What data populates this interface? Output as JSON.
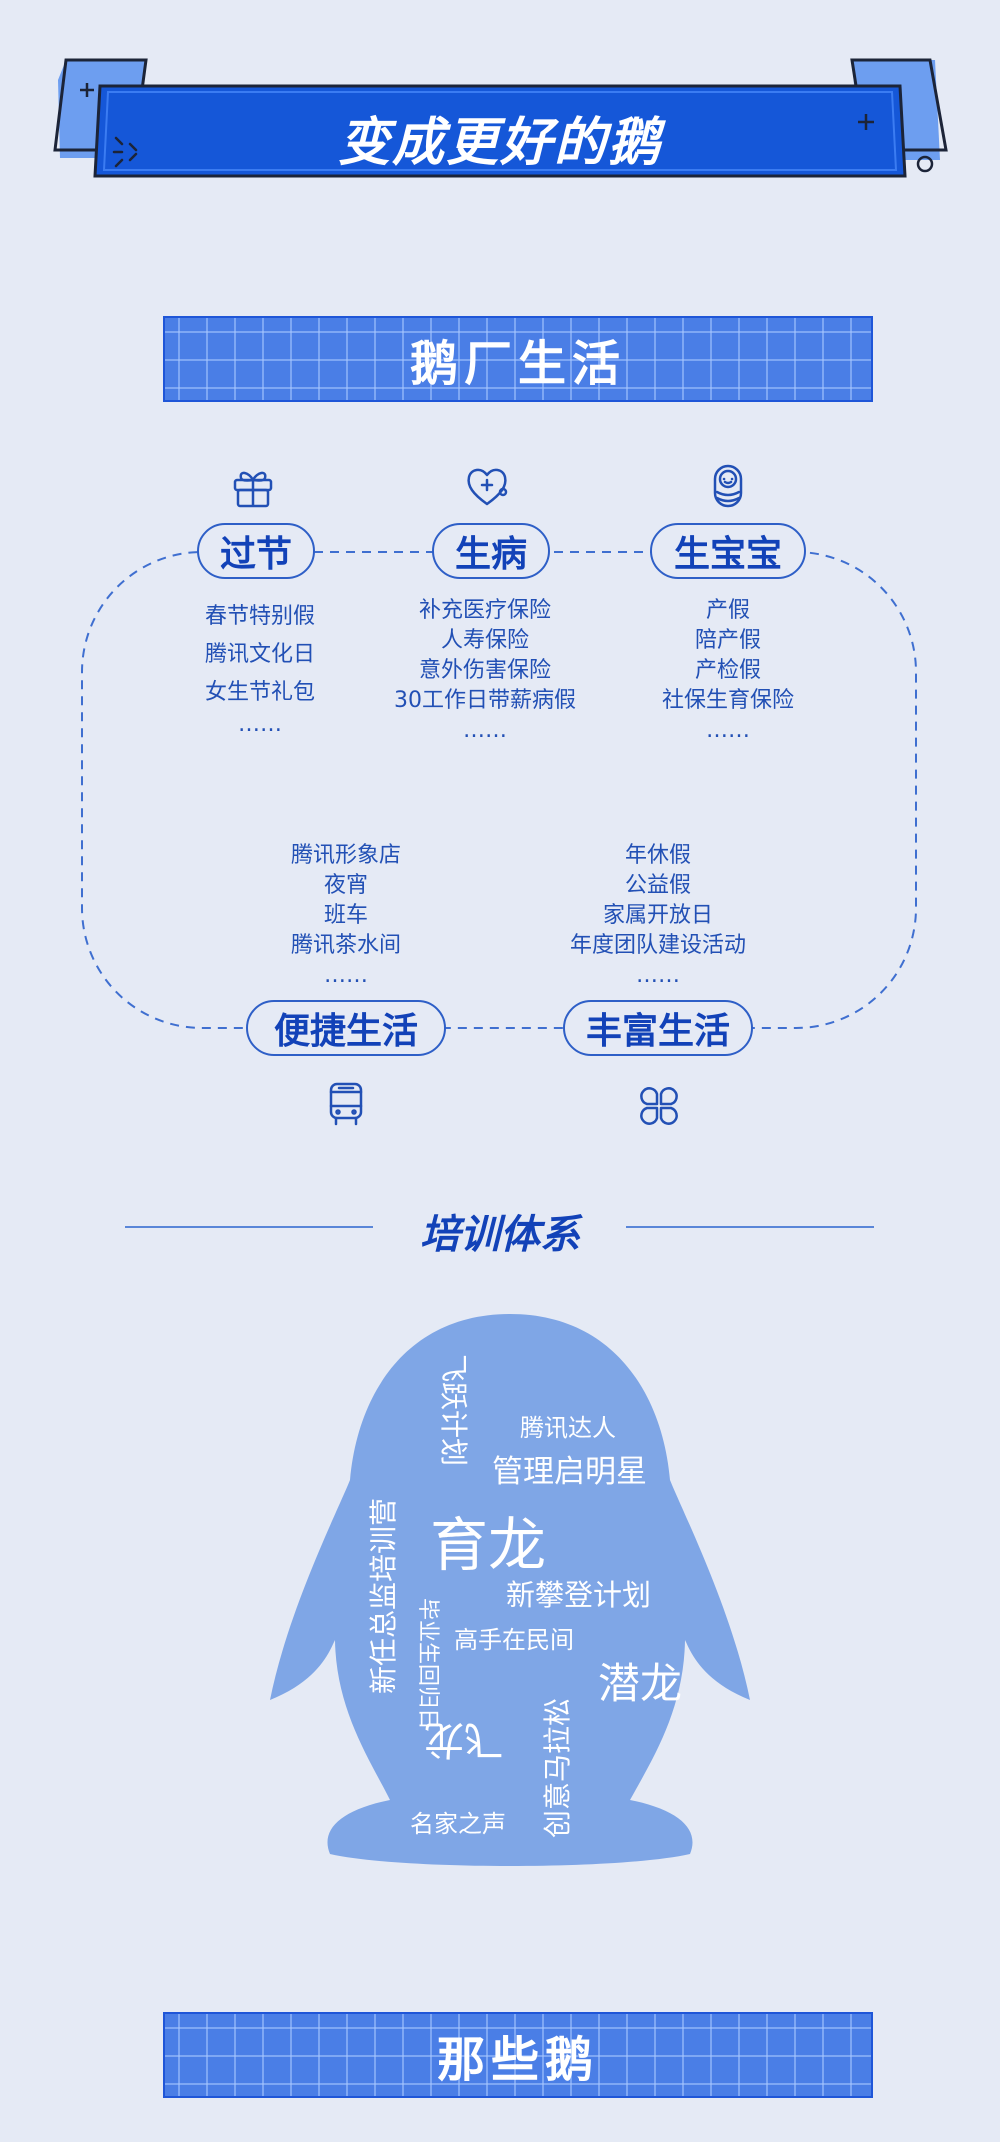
{
  "banner": {
    "title": "变成更好的鹅"
  },
  "section_life": {
    "title": "鹅厂生活"
  },
  "categories": {
    "holiday": {
      "label": "过节",
      "icon": "gift-icon",
      "items": [
        "春节特别假",
        "腾讯文化日",
        "女生节礼包",
        "……"
      ]
    },
    "sick": {
      "label": "生病",
      "icon": "heart-health-icon",
      "items": [
        "补充医疗保险",
        "人寿保险",
        "意外伤害保险",
        "30工作日带薪病假",
        "……"
      ]
    },
    "baby": {
      "label": "生宝宝",
      "icon": "baby-icon",
      "items": [
        "产假",
        "陪产假",
        "产检假",
        "社保生育保险",
        "……"
      ]
    },
    "convenient": {
      "label": "便捷生活",
      "icon": "bus-icon",
      "items": [
        "腾讯形象店",
        "夜宵",
        "班车",
        "腾讯茶水间",
        "……"
      ]
    },
    "rich": {
      "label": "丰富生活",
      "icon": "clover-icon",
      "items": [
        "年休假",
        "公益假",
        "家属开放日",
        "年度团队建设活动",
        "……"
      ]
    }
  },
  "training": {
    "title": "培训体系",
    "words": [
      "飞跃计划",
      "腾讯达人",
      "管理启明星",
      "育龙",
      "新任总监培训营",
      "新攀登计划",
      "毕业生回归日",
      "高手在民间",
      "潜龙",
      "飞龙",
      "创意马拉松",
      "名家之声"
    ]
  },
  "section_people": {
    "title": "那些鹅"
  },
  "colors": {
    "background": "#e5eaf5",
    "brand_blue": "#1242b8",
    "banner_blue": "#1557d8",
    "penguin": "#7fa6e6"
  }
}
